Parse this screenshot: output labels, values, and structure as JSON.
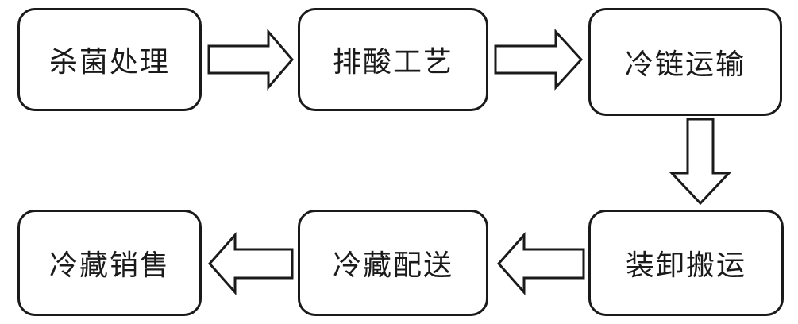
{
  "nodes": [
    {
      "label": "杀菌处理"
    },
    {
      "label": "排酸工艺"
    },
    {
      "label": "冷链运输"
    },
    {
      "label": "装卸搬运"
    },
    {
      "label": "冷藏配送"
    },
    {
      "label": "冷藏销售"
    }
  ],
  "edges": [
    {
      "from": "杀菌处理",
      "to": "排酸工艺"
    },
    {
      "from": "排酸工艺",
      "to": "冷链运输"
    },
    {
      "from": "冷链运输",
      "to": "装卸搬运"
    },
    {
      "from": "装卸搬运",
      "to": "冷藏配送"
    },
    {
      "from": "冷藏配送",
      "to": "冷藏销售"
    }
  ],
  "colors": {
    "stroke": "#1a1a1a",
    "fill": "#ffffff"
  }
}
